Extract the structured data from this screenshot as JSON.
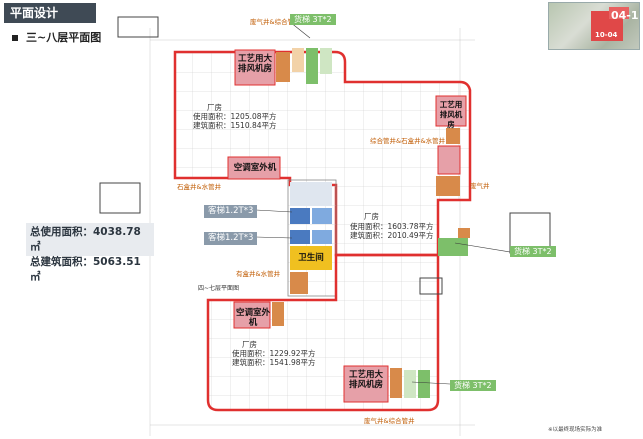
{
  "header": {
    "title": "平面设计",
    "subtitle": "三~八层平面图"
  },
  "summary": {
    "usable_area": "总使用面积：4038.78㎡",
    "building_area": "总建筑面积：5063.51㎡"
  },
  "minimap": {
    "label_top": "04-1",
    "label_bottom": "10-04"
  },
  "rooms": {
    "north": {
      "name": "厂房",
      "usable": "使用面积：1205.08平方",
      "building": "建筑面积：1510.84平方"
    },
    "east": {
      "name": "厂房",
      "usable": "使用面积：1603.78平方",
      "building": "建筑面积：2010.49平方"
    },
    "south": {
      "name": "厂房",
      "usable": "使用面积：1229.92平方",
      "building": "建筑面积：1541.98平方"
    }
  },
  "labels": {
    "toilet": "卫生间",
    "ac_outdoor_north": "空调室外机",
    "ac_outdoor_south": "空调室外机",
    "process_fan_north": "工艺用大排风机房",
    "process_fan_east": "工艺用排风机房",
    "process_fan_south": "工艺用大排风机房",
    "shaft_north": "废气井&综合管井",
    "shaft_west": "石盒井&水管井",
    "shaft_center": "有盒井&水管井",
    "shaft_east": "综合管井&石盒井&水管井",
    "exhaust_east": "废气井",
    "shaft_south": "废气井&综合管井",
    "stair_plan": "四~七层平面图"
  },
  "callouts": {
    "freight_north": "货梯 3T*2",
    "freight_east": "货梯 3T*2",
    "freight_south": "货梯 3T*2",
    "passenger_1": "客梯1.2T*3",
    "passenger_2": "客梯1.2T*3"
  },
  "footnote": "※以最终现场实际为准",
  "colors": {
    "outline_red": "#e0302f",
    "green": "#7dbf6a",
    "blue_grey": "#8a9aaa",
    "orange": "#d88a4a",
    "shaft_pink": "#e6a0a8",
    "yellow": "#f0c020",
    "blue": "#4a7ac0"
  }
}
